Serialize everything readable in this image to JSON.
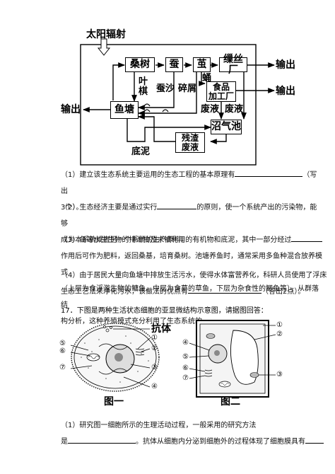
{
  "diagram": {
    "sun_label": "太阳辐射",
    "mulberry": "桑树",
    "silkworm": "蚕",
    "cocoon": "茧",
    "silk_factory": "缫丝厂",
    "fish_pond": "鱼塘",
    "food_factory": "食品加工厂",
    "food_factory_line1": "食品",
    "food_factory_line2": "加工厂",
    "biogas": "沼气池",
    "residue_line1": "残渣",
    "residue_line2": "废液",
    "output": "输出",
    "leaf": "叶",
    "stalk": "棋",
    "silkworm_sand": "蚕沙",
    "broken_pieces": "碎屑",
    "pupa": "蛹",
    "waste1": "废液",
    "waste2": "废液",
    "sediment": "底泥"
  },
  "questions": {
    "q1_a": "（1）建立该生态系统主要运用的生态工程的基本原理有",
    "q1_b": "（写出",
    "q1_c": "3个）。",
    "q2_a": "（2）生态经济主要是通过实行",
    "q2_b": "的原则，使一个系统产出的污染物，能够",
    "q2_c": "成为本系统或者另一个系统的生产原料。",
    "q3_a": "（3）鱼等水生生物的排泄物及未被利用的有机物和底泥，其中一部分经过",
    "q3_b": "作用后可作为肥料，返回桑基，培育桑树。池塘养鱼时，通常采用多鱼种混合放养模式",
    "q3_c": "（上层为食浮游生物的鳙鱼，中层为食草的草鱼，下层为杂食性的鲫鱼等），从群落结",
    "q3_d": "构分析，这种养殖模式充分利用了生态系统的",
    "q4_a": "（4）由于居民大量向鱼塘中排放生活污水，使得水体富营养化，科研人员使用了浮床",
    "q4_b": "生态工艺法来净化污水，该做法的优点有",
    "q4_c": "（答出2点）。",
    "q17": "17．下图是两种生活状态细胞的亚显微结构示意图，请据图回答："
  },
  "figures": {
    "fig1_caption": "图一",
    "fig2_caption": "图二",
    "antibody": "抗体",
    "fig1_nums": [
      "⑤",
      "⑥",
      "⑦",
      "①",
      "②",
      "③",
      "④"
    ],
    "fig2_nums": [
      "①",
      "②",
      "④",
      "⑤",
      "⑥",
      "⑦",
      "③"
    ]
  },
  "sub": {
    "s1_a": "（1）研究图一细胞所示的生理活动过程，一般采用的研究方法",
    "s1_b": "是",
    "s1_c": "。抗体从细胞内分泌到细胞外的过程体现了细胞膜具有"
  }
}
